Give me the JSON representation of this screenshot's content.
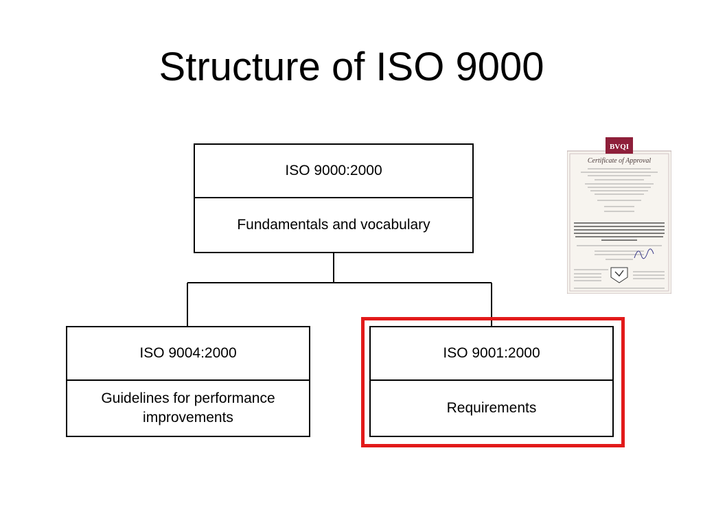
{
  "slide": {
    "title": "Structure of ISO 9000"
  },
  "diagram": {
    "top": {
      "head": "ISO 9000:2000",
      "body": "Fundamentals and vocabulary"
    },
    "left": {
      "head": "ISO 9004:2000",
      "body": "Guidelines for performance improvements"
    },
    "right": {
      "head": "ISO 9001:2000",
      "body": "Requirements"
    },
    "highlight_color": "#e21a1a"
  },
  "certificate": {
    "logo": "BVQI",
    "heading": "Certificate of Approval"
  }
}
